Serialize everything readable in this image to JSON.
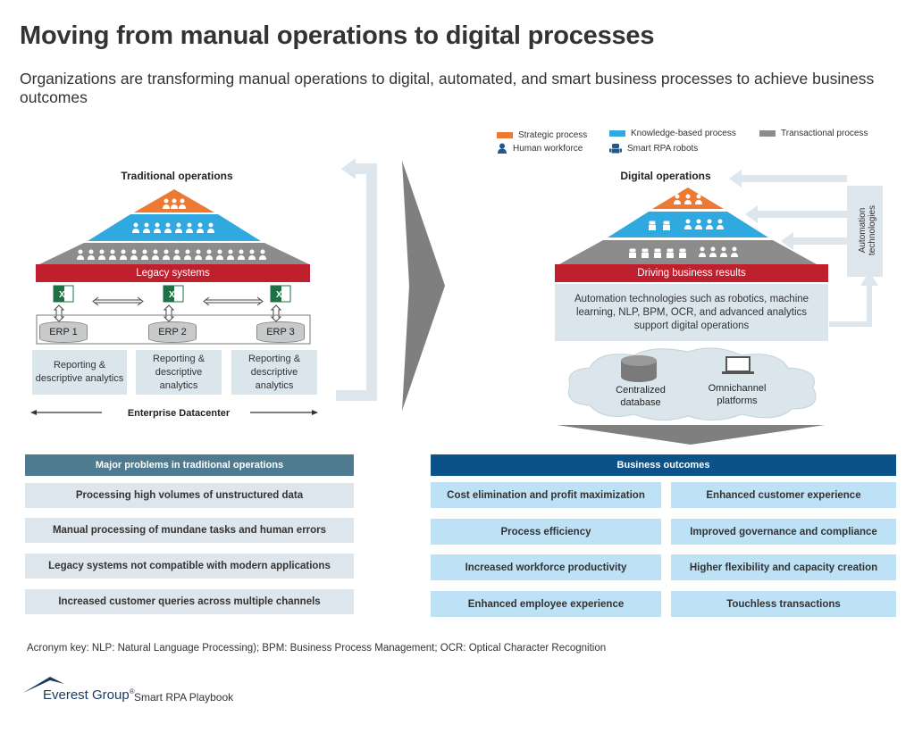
{
  "title": "Moving from manual operations to digital processes",
  "subtitle": "Organizations are transforming manual operations to digital, automated, and smart business processes to achieve business outcomes",
  "colors": {
    "strategic": "#ec7a34",
    "knowledge": "#2fa9e0",
    "transactional": "#8c8c8c",
    "legacy_red": "#c0202e",
    "problems_head": "#4e7b8f",
    "outcomes_head": "#0b5289",
    "outcome_box": "#bde1f5",
    "problem_box": "#dde6ec"
  },
  "legend": {
    "strategic": "Strategic process",
    "knowledge": "Knowledge-based process",
    "transactional": "Transactional process",
    "human": "Human workforce",
    "robots": "Smart RPA robots"
  },
  "traditional": {
    "title": "Traditional operations",
    "legacy": "Legacy systems",
    "erps": [
      "ERP 1",
      "ERP 2",
      "ERP 3"
    ],
    "reports": [
      "Reporting & descriptive analytics",
      "Reporting & descriptive analytics",
      "Reporting & descriptive analytics"
    ],
    "datacenter": "Enterprise Datacenter"
  },
  "digital": {
    "title": "Digital operations",
    "driving": "Driving business results",
    "support_text": "Automation technologies such as robotics, machine learning, NLP, BPM, OCR, and advanced analytics support digital operations",
    "automation_tech": "Automation technologies",
    "cloud_db": "Centralized database",
    "cloud_omni": "Omnichannel platforms"
  },
  "problems": {
    "heading": "Major problems in traditional operations",
    "items": [
      "Processing high volumes of unstructured data",
      "Manual processing of mundane tasks and human errors",
      "Legacy systems not compatible with modern applications",
      "Increased customer queries across multiple channels"
    ]
  },
  "outcomes": {
    "heading": "Business outcomes",
    "left": [
      "Cost elimination and profit maximization",
      "Process efficiency",
      "Increased workforce productivity",
      "Enhanced employee experience"
    ],
    "right": [
      "Enhanced customer experience",
      "Improved governance and compliance",
      "Higher flexibility and capacity creation",
      "Touchless transactions"
    ]
  },
  "footer": {
    "acronyms": "Acronym key: NLP: Natural Language Processing); BPM: Business Process Management; OCR: Optical Character Recognition",
    "brand": "Everest Group",
    "brand_mark": "®",
    "product": "Smart RPA Playbook"
  }
}
